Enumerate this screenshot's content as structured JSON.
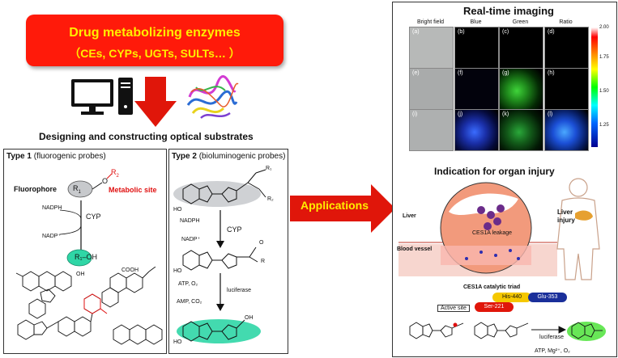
{
  "banner": {
    "title": "Drug metabolizing enzymes",
    "subtitle": "（CEs, CYPs, UGTs, SULTs… ）"
  },
  "section_heading": "Designing and constructing optical substrates",
  "type1": {
    "title_bold": "Type 1",
    "title_rest": "(fluorogenic probes)",
    "fluorophore": "Fluorophore",
    "r1": "R",
    "r1_sub": "1",
    "r2": "R",
    "r2_sub": "2",
    "o": "O",
    "metabolic_site": "Metabolic site",
    "nadph": "NADPH",
    "nadp": "NADP⁺",
    "cyp": "CYP",
    "product": "R₁–OH",
    "oh": "OH",
    "cooh": "COOH"
  },
  "type2": {
    "title_bold": "Type 2",
    "title_rest": "(bioluminogenic probes)",
    "nadph": "NADPH",
    "nadp": "NADP⁺",
    "cyp": "CYP",
    "atp_o2": "ATP, O₂",
    "amp_co2": "AMP, CO₂",
    "luciferase": "luciferase",
    "ho": "HO",
    "oh": "OH",
    "r": "R",
    "o1": "O",
    "r1": "R₁",
    "r2": "R₂"
  },
  "applications": "Applications",
  "imaging": {
    "title": "Real-time imaging",
    "columns": [
      "Bright field",
      "Blue",
      "Green",
      "Ratio"
    ],
    "panels": [
      "(a)",
      "(b)",
      "(c)",
      "(d)",
      "(e)",
      "(f)",
      "(g)",
      "(h)",
      "(i)",
      "(j)",
      "(k)",
      "(l)"
    ],
    "colorbar_ticks": [
      "2.00",
      "1.75",
      "1.50",
      "1.25"
    ]
  },
  "organ": {
    "title": "Indication for organ injury",
    "liver": "Liver",
    "liver_injury_1": "Liver",
    "liver_injury_2": "injury",
    "leakage": "CES1A leakage",
    "blood_vessel": "Blood vessel",
    "triad_title": "CES1A catalytic triad",
    "active_site": "Active site",
    "ser": "Ser-221",
    "his": "His-440",
    "glu": "Glu-353",
    "luciferase": "luciferase",
    "atp": "ATP, Mg²⁺, O₂"
  }
}
